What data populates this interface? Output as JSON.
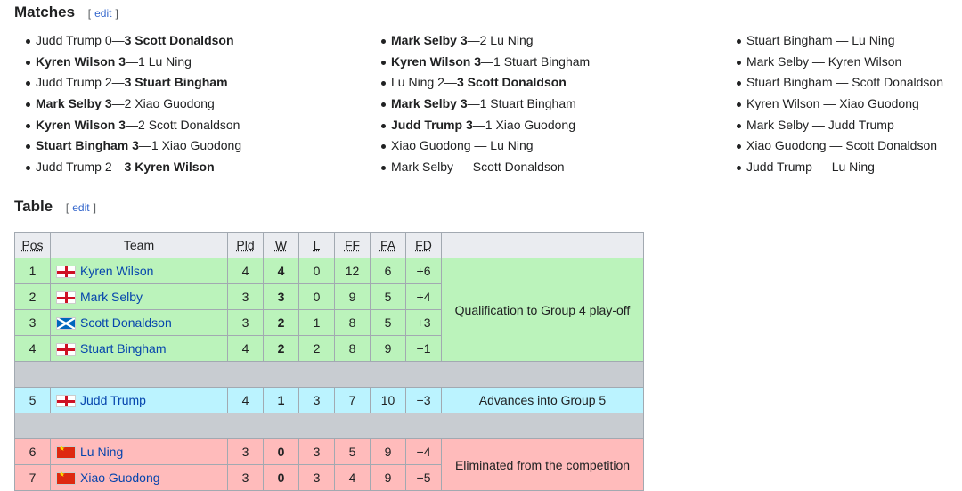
{
  "matches_heading": "Matches",
  "table_heading": "Table",
  "edit_open": "[",
  "edit_label": "edit",
  "edit_close": "]",
  "matches": {
    "col1": [
      {
        "a": "Judd Trump 0—",
        "b": "3 Scott Donaldson",
        "bold_first": false
      },
      {
        "a": "Kyren Wilson 3",
        "b": "—1 Lu Ning",
        "bold_first": true
      },
      {
        "a": "Judd Trump 2—",
        "b": "3 Stuart Bingham",
        "bold_first": false
      },
      {
        "a": "Mark Selby 3",
        "b": "—2 Xiao Guodong",
        "bold_first": true
      },
      {
        "a": "Kyren Wilson 3",
        "b": "—2 Scott Donaldson",
        "bold_first": true
      },
      {
        "a": "Stuart Bingham 3",
        "b": "—1 Xiao Guodong",
        "bold_first": true
      },
      {
        "a": "Judd Trump 2—",
        "b": "3 Kyren Wilson",
        "bold_first": false
      }
    ],
    "col2": [
      {
        "a": "Mark Selby 3",
        "b": "—2 Lu Ning",
        "bold_first": true
      },
      {
        "a": "Kyren Wilson 3",
        "b": "—1 Stuart Bingham",
        "bold_first": true
      },
      {
        "a": "Lu Ning 2—",
        "b": "3 Scott Donaldson",
        "bold_first": false
      },
      {
        "a": "Mark Selby 3",
        "b": "—1 Stuart Bingham",
        "bold_first": true
      },
      {
        "a": "Judd Trump 3",
        "b": "—1 Xiao Guodong",
        "bold_first": true
      },
      {
        "a": "Xiao Guodong — Lu Ning",
        "b": "",
        "bold_first": false
      },
      {
        "a": "Mark Selby — Scott Donaldson",
        "b": "",
        "bold_first": false
      }
    ],
    "col3": [
      "Stuart Bingham — Lu Ning",
      "Mark Selby — Kyren Wilson",
      "Stuart Bingham — Scott Donaldson",
      "Kyren Wilson — Xiao Guodong",
      "Mark Selby — Judd Trump",
      "Xiao Guodong — Scott Donaldson",
      "Judd Trump — Lu Ning"
    ]
  },
  "table": {
    "headers": [
      "Pos",
      "Team",
      "Pld",
      "W",
      "L",
      "FF",
      "FA",
      "FD",
      ""
    ],
    "rows": [
      {
        "pos": "1",
        "flag": "eng",
        "team": "Kyren Wilson",
        "pld": "4",
        "w": "4",
        "l": "0",
        "ff": "12",
        "fa": "6",
        "fd": "+6"
      },
      {
        "pos": "2",
        "flag": "eng",
        "team": "Mark Selby",
        "pld": "3",
        "w": "3",
        "l": "0",
        "ff": "9",
        "fa": "5",
        "fd": "+4"
      },
      {
        "pos": "3",
        "flag": "sco",
        "team": "Scott Donaldson",
        "pld": "3",
        "w": "2",
        "l": "1",
        "ff": "8",
        "fa": "5",
        "fd": "+3"
      },
      {
        "pos": "4",
        "flag": "eng",
        "team": "Stuart Bingham",
        "pld": "4",
        "w": "2",
        "l": "2",
        "ff": "8",
        "fa": "9",
        "fd": "−1"
      },
      {
        "pos": "5",
        "flag": "eng",
        "team": "Judd Trump",
        "pld": "4",
        "w": "1",
        "l": "3",
        "ff": "7",
        "fa": "10",
        "fd": "−3"
      },
      {
        "pos": "6",
        "flag": "chn",
        "team": "Lu Ning",
        "pld": "3",
        "w": "0",
        "l": "3",
        "ff": "5",
        "fa": "9",
        "fd": "−4"
      },
      {
        "pos": "7",
        "flag": "chn",
        "team": "Xiao Guodong",
        "pld": "3",
        "w": "0",
        "l": "3",
        "ff": "4",
        "fa": "9",
        "fd": "−5"
      }
    ],
    "notes": {
      "qual": "Qualification to Group 4 play-off",
      "adv": "Advances into Group 5",
      "elim": "Eliminated from the competition"
    },
    "colors": {
      "green": "#bbf3bb",
      "blue": "#bbf3ff",
      "red": "#ffbbbb",
      "header": "#eaecf0"
    }
  }
}
